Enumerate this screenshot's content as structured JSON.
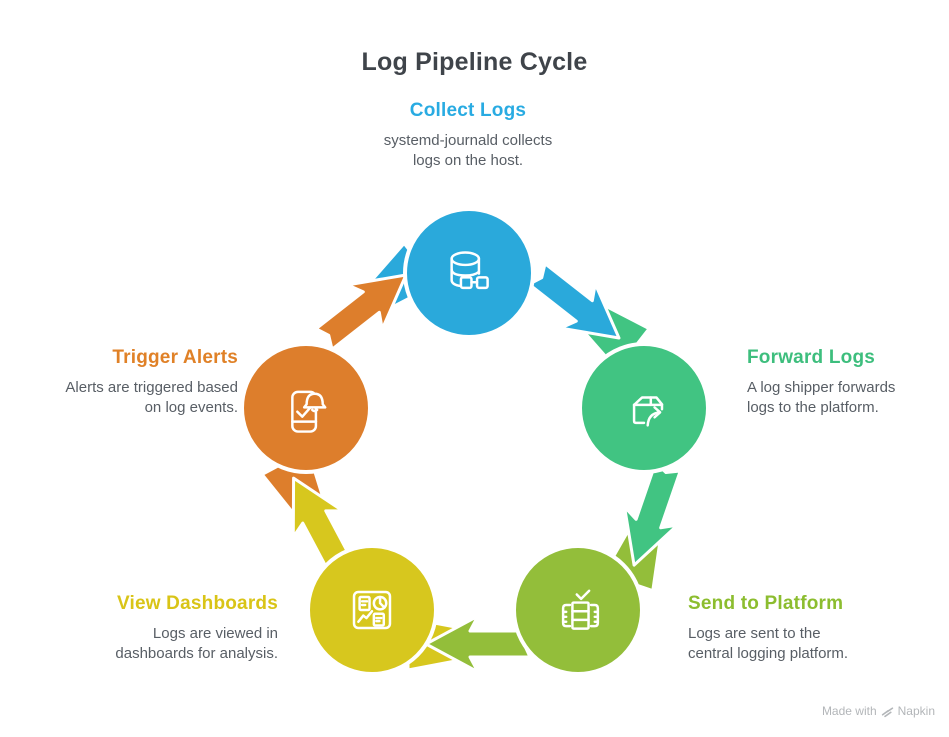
{
  "title": "Log Pipeline Cycle",
  "nodes": [
    {
      "label": "Collect Logs",
      "description": "systemd-journald collects\nlogs on the host.",
      "heading_color": "#29ABE2",
      "circle_color": "#2AA9DB",
      "icon": "database-icon"
    },
    {
      "label": "Forward Logs",
      "description": "A log shipper forwards\nlogs to the platform.",
      "heading_color": "#3DBE7D",
      "circle_color": "#41C482",
      "icon": "package-forward-icon"
    },
    {
      "label": "Send to Platform",
      "description": "Logs are sent to the\ncentral logging platform.",
      "heading_color": "#8CBD2F",
      "circle_color": "#93BE3A",
      "icon": "server-check-icon"
    },
    {
      "label": "View Dashboards",
      "description": "Logs are viewed in\ndashboards for analysis.",
      "heading_color": "#D9C417",
      "circle_color": "#D7C71E",
      "icon": "dashboard-grid-icon"
    },
    {
      "label": "Trigger Alerts",
      "description": "Alerts are triggered based\non log events.",
      "heading_color": "#E08127",
      "circle_color": "#DD7E2C",
      "icon": "phone-alert-bell-icon"
    }
  ],
  "watermark": {
    "prefix": "Made with",
    "brand": "Napkin"
  }
}
